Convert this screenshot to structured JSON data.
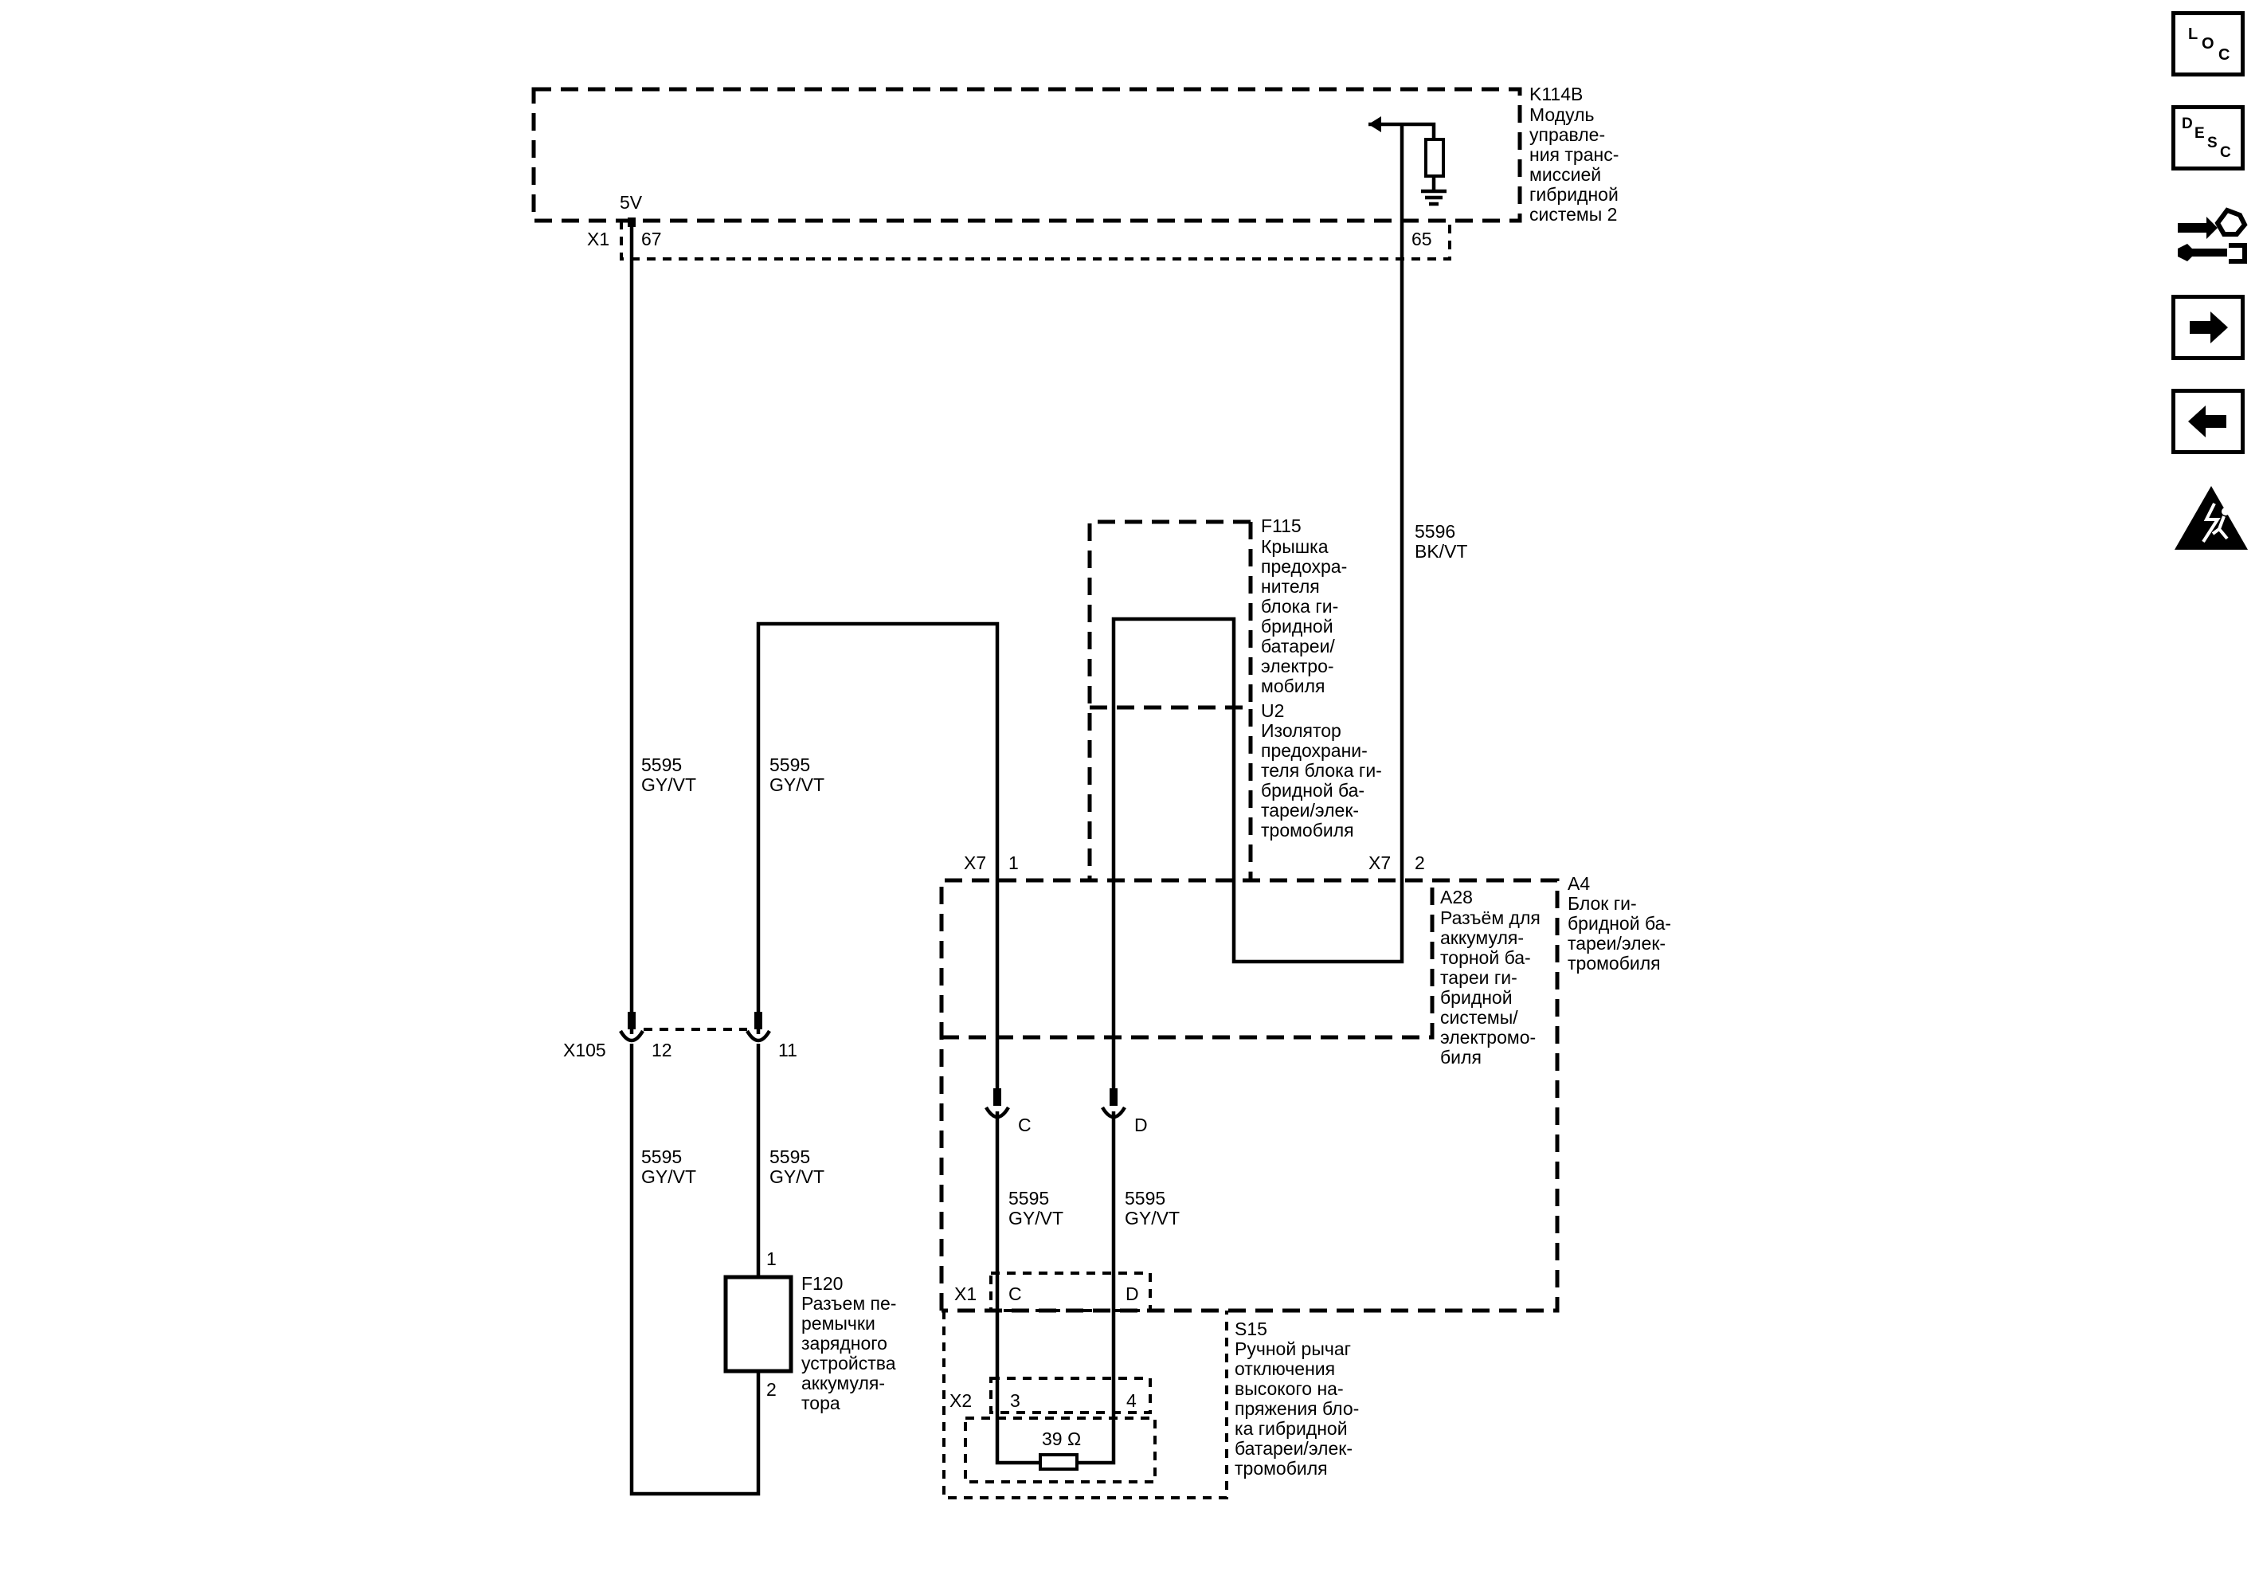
{
  "modules": {
    "k114b": {
      "id": "K114B",
      "lines": [
        "Модуль",
        "управле-",
        "ния транс-",
        "миссией",
        "гибридной",
        "системы 2"
      ]
    },
    "f115": {
      "id": "F115",
      "lines": [
        "Крышка",
        "предохра-",
        "нителя",
        "блока ги-",
        "бридной",
        "батареи/",
        "электро-",
        "мобиля"
      ]
    },
    "u2": {
      "id": "U2",
      "lines": [
        "Изолятор",
        "предохрани-",
        "теля блока ги-",
        "бридной ба-",
        "тареи/элек-",
        "тромобиля"
      ]
    },
    "a28": {
      "id": "A28",
      "lines": [
        "Разъём для",
        "аккумуля-",
        "торной ба-",
        "тареи ги-",
        "бридной",
        "системы/",
        "электромо-",
        "биля"
      ]
    },
    "a4": {
      "id": "A4",
      "lines": [
        "Блок ги-",
        "бридной ба-",
        "тареи/элек-",
        "тромобиля"
      ]
    },
    "f120": {
      "id": "F120",
      "lines": [
        "Разъем пе-",
        "ремычки",
        "зарядного",
        "устройства",
        "аккумуля-",
        "тора"
      ]
    },
    "s15": {
      "id": "S15",
      "lines": [
        "Ручной рычаг",
        "отключения",
        "высокого на-",
        "пряжения бло-",
        "ка гибридной",
        "батареи/элек-",
        "тромобиля"
      ]
    }
  },
  "connectors": {
    "k114b_x1": "X1",
    "pin67": "67",
    "pin65": "65",
    "volt": "5V",
    "x7_left": "X7",
    "x7_pin1": "1",
    "x7_right": "X7",
    "x7_pin2": "2",
    "x105": "X105",
    "x105_pin12": "12",
    "x105_pin11": "11",
    "pin_c": "C",
    "pin_d": "D",
    "f120_pin1": "1",
    "f120_pin2": "2",
    "s15_x1": "X1",
    "s15_x1_c": "C",
    "s15_x1_d": "D",
    "s15_x2": "X2",
    "s15_x2_3": "3",
    "s15_x2_4": "4",
    "resistor": "39 Ω"
  },
  "wires": {
    "w1": {
      "circuit": "5596",
      "color": "BK/VT"
    },
    "w2": {
      "circuit": "5595",
      "color": "GY/VT"
    },
    "w3": {
      "circuit": "5595",
      "color": "GY/VT"
    },
    "w4": {
      "circuit": "5595",
      "color": "GY/VT"
    },
    "w5": {
      "circuit": "5595",
      "color": "GY/VT"
    },
    "w6": {
      "circuit": "5595",
      "color": "GY/VT"
    },
    "w7": {
      "circuit": "5595",
      "color": "GY/VT"
    }
  },
  "sidebar": {
    "loc": {
      "label": "LOC",
      "icon": "loc-icon"
    },
    "desc": {
      "label": "DESC",
      "icon": "desc-icon"
    },
    "connector": {
      "icon": "connector-repair-icon"
    },
    "next": {
      "icon": "arrow-right-icon"
    },
    "prev": {
      "icon": "arrow-left-icon"
    },
    "hazard": {
      "icon": "high-voltage-warning-icon"
    }
  }
}
